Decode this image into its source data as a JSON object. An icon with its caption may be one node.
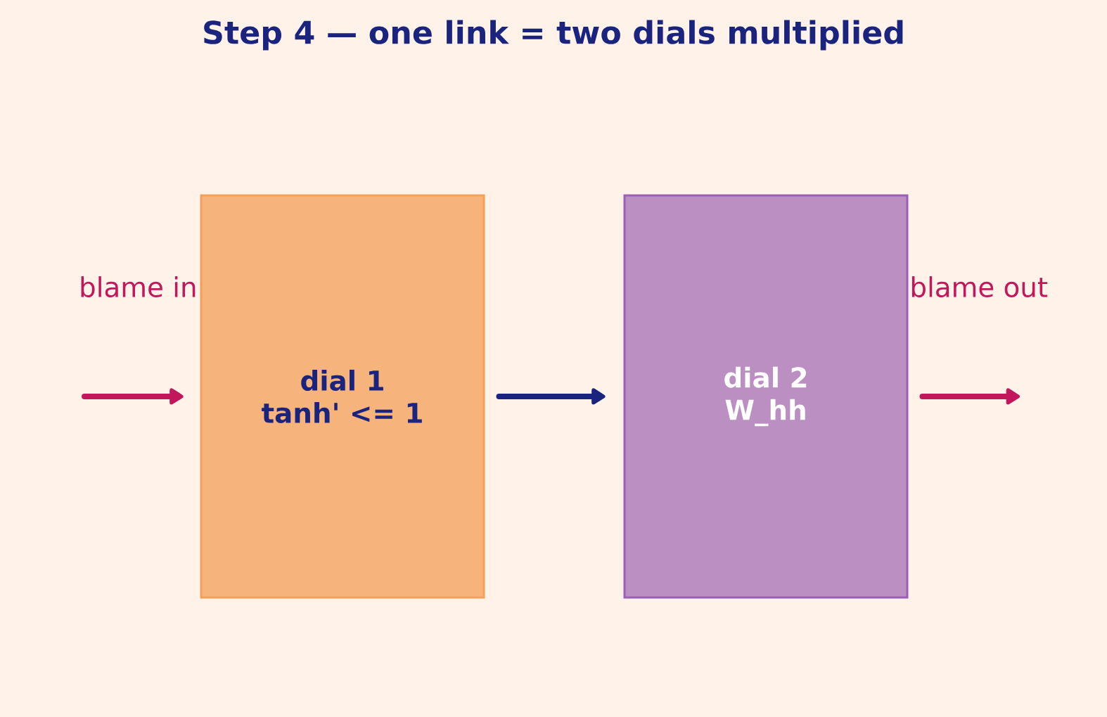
{
  "diagram": {
    "title": "Step 4 — one link = two dials multiplied",
    "nodes": [
      {
        "text": [
          "dial 1",
          "tanh' <= 1"
        ]
      },
      {
        "text": [
          "dial 2",
          "W_hh"
        ]
      }
    ],
    "edges": [
      {
        "from": null,
        "to": 0,
        "arrow": "to",
        "label": "blame in"
      },
      {
        "from": 0,
        "to": 1,
        "arrow": "to",
        "color": "#1a237e"
      },
      {
        "from": 1,
        "to": null,
        "arrow": "to",
        "label": "blame out"
      }
    ]
  }
}
